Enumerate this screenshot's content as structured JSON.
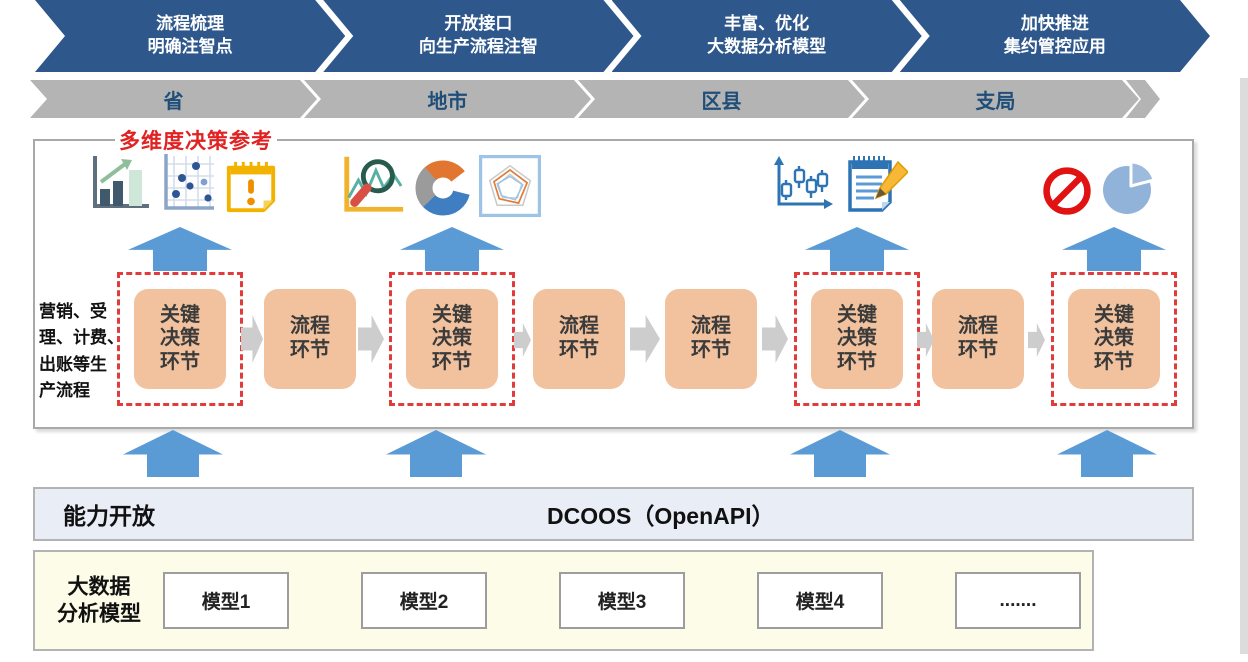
{
  "stages": [
    {
      "text": "流程梳理\n明确注智点"
    },
    {
      "text": "开放接口\n向生产流程注智"
    },
    {
      "text": "丰富、优化\n大数据分析模型"
    },
    {
      "text": "加快推进\n集约管控应用"
    }
  ],
  "levels": [
    "省",
    "地市",
    "区县",
    "支局"
  ],
  "main": {
    "decision_label": "多维度决策参考",
    "side_label": "营销、受\n理、计费、\n出账等生\n产流程",
    "flow": [
      {
        "type": "key",
        "text": "关键\n决策\n环节"
      },
      {
        "type": "process",
        "text": "流程\n环节"
      },
      {
        "type": "key",
        "text": "关键\n决策\n环节"
      },
      {
        "type": "process",
        "text": "流程\n环节"
      },
      {
        "type": "process",
        "text": "流程\n环节"
      },
      {
        "type": "key",
        "text": "关键\n决策\n环节"
      },
      {
        "type": "process",
        "text": "流程\n环节"
      },
      {
        "type": "key",
        "text": "关键\n决策\n环节"
      }
    ],
    "icon_groups": [
      [
        "bar-chart-icon",
        "scatter-plot-icon",
        "alert-note-icon"
      ],
      [
        "magnifier-line-chart-icon",
        "donut-chart-icon",
        "radar-chart-icon"
      ],
      [
        "boxplot-chart-icon",
        "notepad-pencil-icon"
      ],
      [
        "prohibited-icon",
        "pie-chart-icon"
      ]
    ]
  },
  "capability_bar": {
    "left_label": "能力开放",
    "center_label": "DCOOS（OpenAPI）"
  },
  "model_bar": {
    "label": "大数据\n分析模型",
    "models": [
      "模型1",
      "模型2",
      "模型3",
      "模型4",
      "......."
    ]
  },
  "colors": {
    "stage_blue": "#2e578c",
    "level_gray": "#b4b4b4",
    "level_text_blue": "#1f4e79",
    "arrow_blue": "#5b9bd5",
    "arrow_gray": "#cdcdcd",
    "node_orange": "#f2c19d",
    "dashed_red": "#e23b3b",
    "decision_red": "#e02222",
    "capability_bg": "#e9edf6",
    "model_bg": "#fdfce9"
  }
}
